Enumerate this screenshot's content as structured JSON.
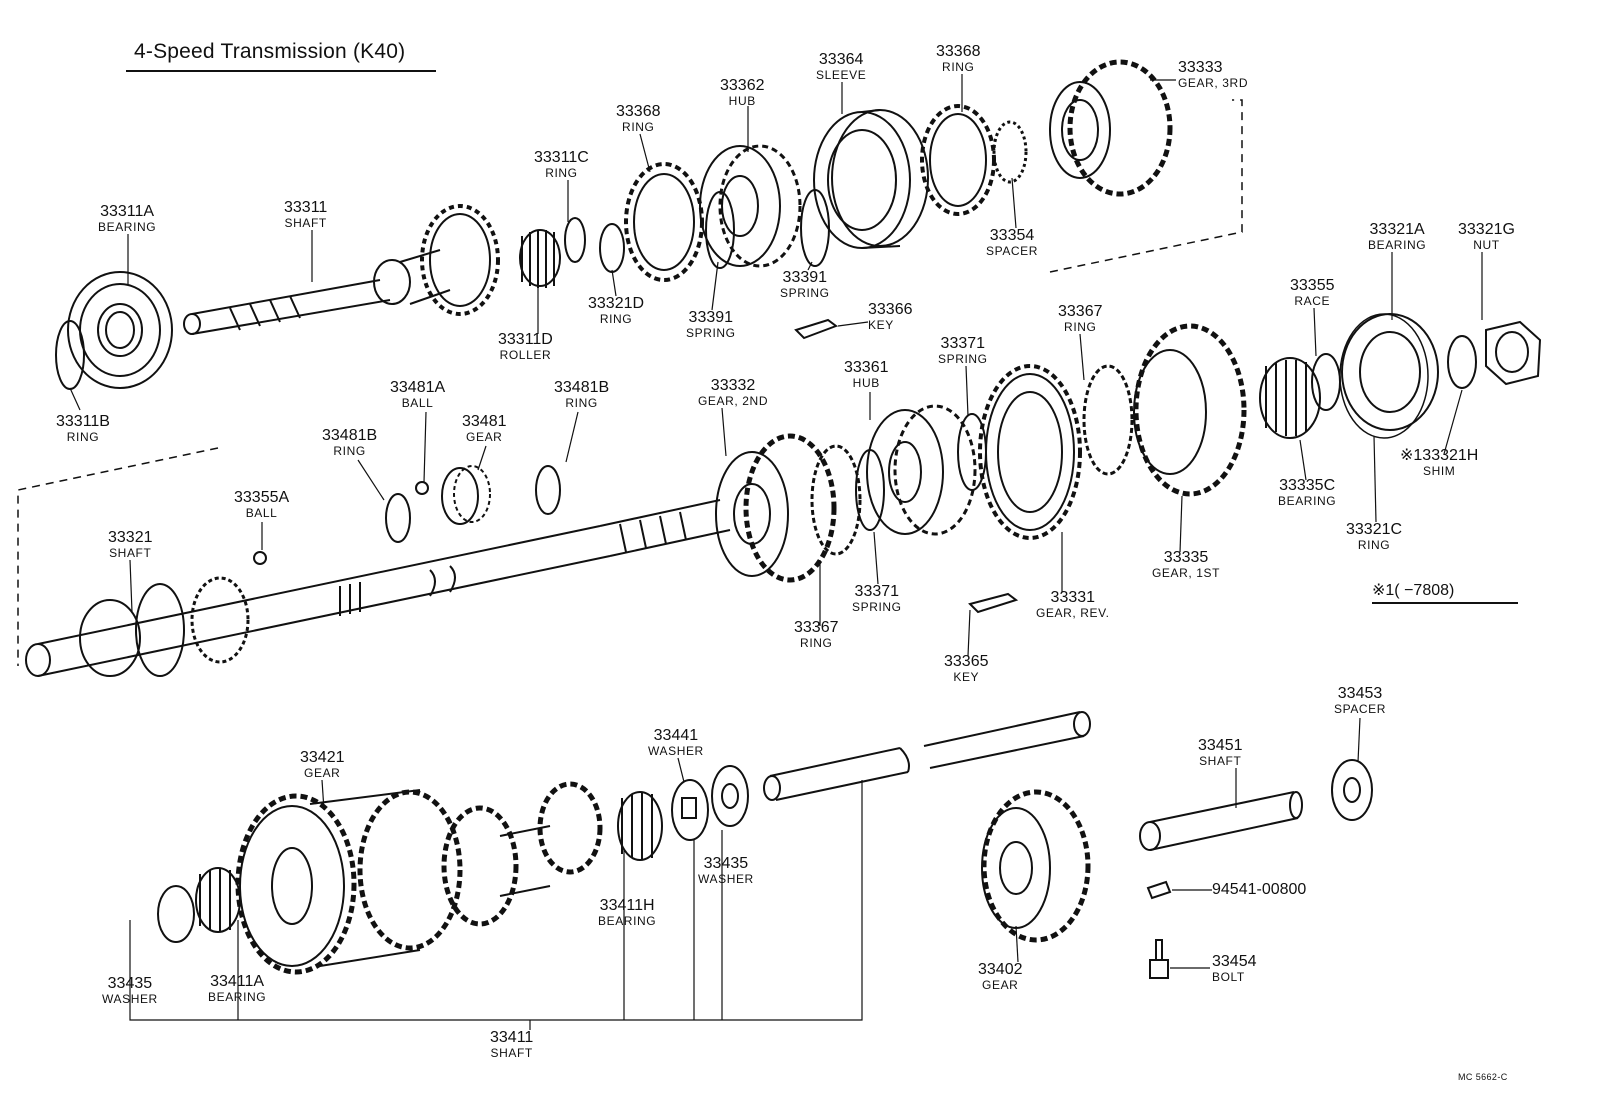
{
  "title": "4-Speed Transmission (K40)",
  "note": "※1(      −7808)",
  "drawing_code": "MC 5662-C",
  "colors": {
    "ink": "#111111",
    "paper": "#ffffff"
  },
  "parts": {
    "p33311A": {
      "no": "33311A",
      "name": "BEARING"
    },
    "p33311": {
      "no": "33311",
      "name": "SHAFT"
    },
    "p33311C": {
      "no": "33311C",
      "name": "RING"
    },
    "p33368a": {
      "no": "33368",
      "name": "RING"
    },
    "p33362": {
      "no": "33362",
      "name": "HUB"
    },
    "p33364": {
      "no": "33364",
      "name": "SLEEVE"
    },
    "p33368b": {
      "no": "33368",
      "name": "RING"
    },
    "p33333": {
      "no": "33333",
      "name": "GEAR, 3RD"
    },
    "p33354": {
      "no": "33354",
      "name": "SPACER"
    },
    "p33391a": {
      "no": "33391",
      "name": "SPRING"
    },
    "p33391b": {
      "no": "33391",
      "name": "SPRING"
    },
    "p33321D": {
      "no": "33321D",
      "name": "RING"
    },
    "p33311D": {
      "no": "33311D",
      "name": "ROLLER"
    },
    "p33311B": {
      "no": "33311B",
      "name": "RING"
    },
    "p33366": {
      "no": "33366",
      "name": "KEY"
    },
    "p33321A": {
      "no": "33321A",
      "name": "BEARING"
    },
    "p33321G": {
      "no": "33321G",
      "name": "NUT"
    },
    "p33355": {
      "no": "33355",
      "name": "RACE"
    },
    "p33367a": {
      "no": "33367",
      "name": "RING"
    },
    "p33371a": {
      "no": "33371",
      "name": "SPRING"
    },
    "p33361": {
      "no": "33361",
      "name": "HUB"
    },
    "p33332": {
      "no": "33332",
      "name": "GEAR, 2ND"
    },
    "p33481A": {
      "no": "33481A",
      "name": "BALL"
    },
    "p33481B1": {
      "no": "33481B",
      "name": "RING"
    },
    "p33481B2": {
      "no": "33481B",
      "name": "RING"
    },
    "p33481": {
      "no": "33481",
      "name": "GEAR"
    },
    "p33355A": {
      "no": "33355A",
      "name": "BALL"
    },
    "p33321": {
      "no": "33321",
      "name": "SHAFT"
    },
    "p133321H": {
      "no": "※133321H",
      "name": "SHIM"
    },
    "p33335C": {
      "no": "33335C",
      "name": "BEARING"
    },
    "p33321C": {
      "no": "33321C",
      "name": "RING"
    },
    "p33335": {
      "no": "33335",
      "name": "GEAR, 1ST"
    },
    "p33331": {
      "no": "33331",
      "name": "GEAR, REV."
    },
    "p33371b": {
      "no": "33371",
      "name": "SPRING"
    },
    "p33367b": {
      "no": "33367",
      "name": "RING"
    },
    "p33365": {
      "no": "33365",
      "name": "KEY"
    },
    "p33453": {
      "no": "33453",
      "name": "SPACER"
    },
    "p33451": {
      "no": "33451",
      "name": "SHAFT"
    },
    "p33441": {
      "no": "33441",
      "name": "WASHER"
    },
    "p33421": {
      "no": "33421",
      "name": "GEAR"
    },
    "p33435a": {
      "no": "33435",
      "name": "WASHER"
    },
    "p33411H": {
      "no": "33411H",
      "name": "BEARING"
    },
    "p33435b": {
      "no": "33435",
      "name": "WASHER"
    },
    "p33411A": {
      "no": "33411A",
      "name": "BEARING"
    },
    "p33411": {
      "no": "33411",
      "name": "SHAFT"
    },
    "p33402": {
      "no": "33402",
      "name": "GEAR"
    },
    "p94541": {
      "no": "94541-00800",
      "name": ""
    },
    "p33454": {
      "no": "33454",
      "name": "BOLT"
    }
  }
}
